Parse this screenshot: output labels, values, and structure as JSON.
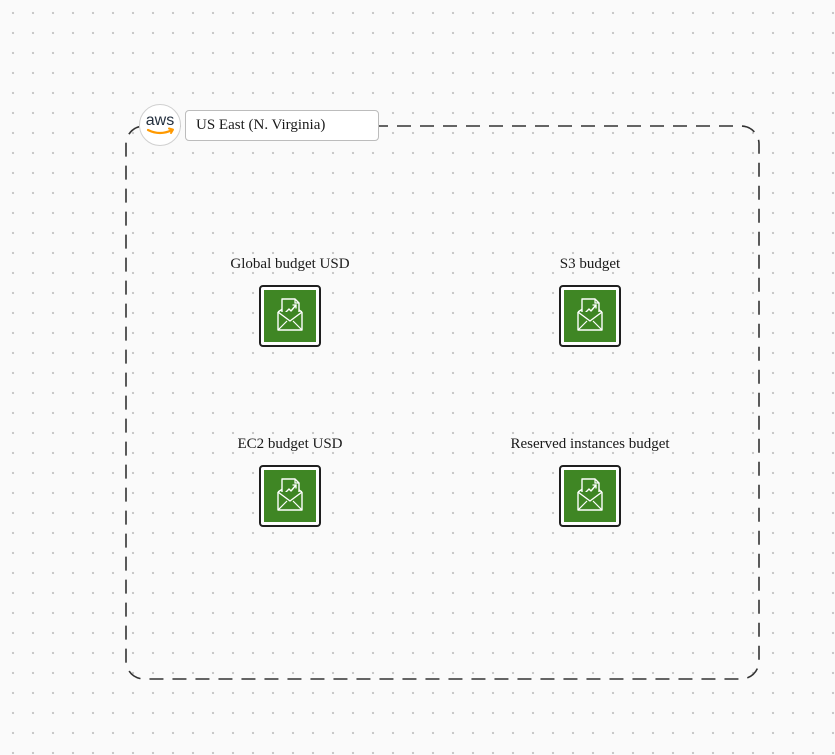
{
  "region": {
    "logo_text": "aws",
    "label": "US East (N. Virginia)"
  },
  "nodes": [
    {
      "label": "Global budget USD",
      "icon": "aws-budgets-icon"
    },
    {
      "label": "S3 budget",
      "icon": "aws-budgets-icon"
    },
    {
      "label": "EC2 budget USD",
      "icon": "aws-budgets-icon"
    },
    {
      "label": "Reserved instances budget",
      "icon": "aws-budgets-icon"
    }
  ],
  "colors": {
    "budget_tile": "#3f8624",
    "aws_orange": "#ff9900",
    "aws_text": "#232f3e",
    "region_border": "#333333"
  }
}
